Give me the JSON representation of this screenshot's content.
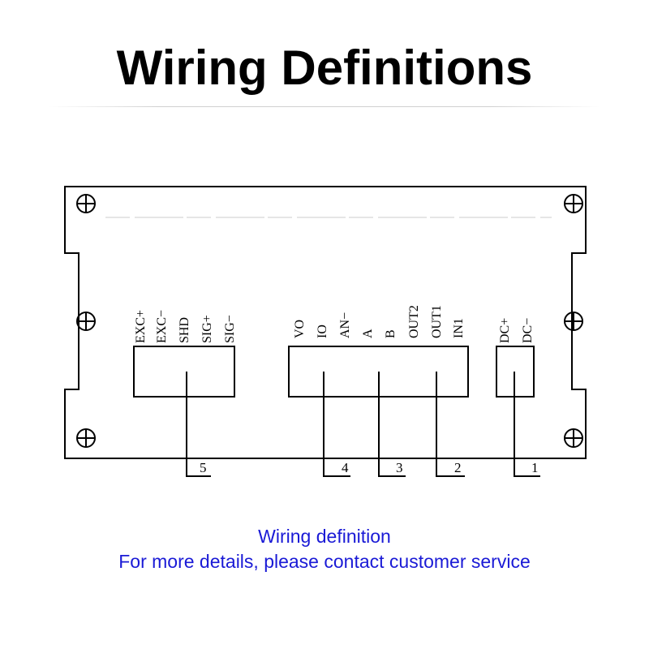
{
  "header": {
    "title": "Wiring Definitions"
  },
  "blocks": [
    {
      "id": "block-5",
      "terminals": [
        "EXC+",
        "EXC−",
        "SHD",
        "SIG+",
        "SIG−"
      ]
    },
    {
      "id": "block-main",
      "terminals": [
        "VO",
        "IO",
        "AN−",
        "A",
        "B",
        "OUT2",
        "OUT1",
        "IN1"
      ]
    },
    {
      "id": "block-1",
      "terminals": [
        "DC+",
        "DC−"
      ]
    }
  ],
  "leaders": [
    {
      "number": "5"
    },
    {
      "number": "4"
    },
    {
      "number": "3"
    },
    {
      "number": "2"
    },
    {
      "number": "1"
    }
  ],
  "caption": {
    "line1": "Wiring definition",
    "line2": "For more details, please contact customer service"
  },
  "colors": {
    "caption": "#1a1ad6",
    "line": "#000000"
  }
}
